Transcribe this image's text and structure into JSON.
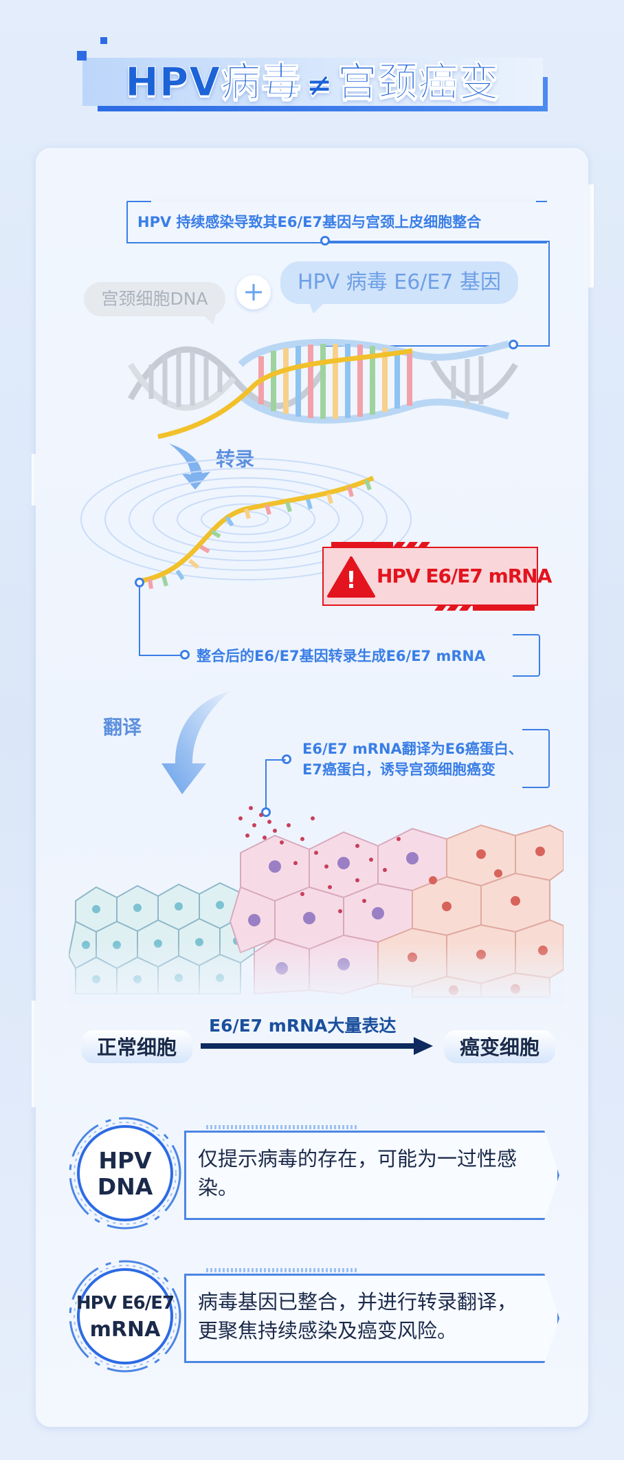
{
  "title": {
    "left": "HPV病毒",
    "neq": "≠",
    "right": "宫颈癌变"
  },
  "callouts": {
    "integration": "HPV 持续感染导致其E6/E7基因与宫颈上皮细胞整合",
    "transcription": "整合后的E6/E7基因转录生成E6/E7 mRNA",
    "translation_line1": "E6/E7 mRNA翻译为E6癌蛋白、",
    "translation_line2": "E7癌蛋白，诱导宫颈细胞癌变"
  },
  "dna_labels": {
    "cervical_dna": "宫颈细胞DNA",
    "plus": "+",
    "hpv_gene": "HPV 病毒 E6/E7 基因"
  },
  "process": {
    "transcribe": "转录",
    "translate": "翻译"
  },
  "alert": {
    "icon_glyph": "!",
    "text": "HPV E6/E7 mRNA"
  },
  "cells": {
    "normal": "正常细胞",
    "arrow_label": "E6/E7 mRNA大量表达",
    "cancer": "癌变细胞"
  },
  "comparison": [
    {
      "badge_line1": "HPV",
      "badge_line2": "DNA",
      "text": "仅提示病毒的存在，可能为一过性感染。"
    },
    {
      "badge_line1": "HPV E6/E7",
      "badge_line2": "mRNA",
      "text": "病毒基因已整合，并进行转录翻译，更聚焦持续感染及癌变风险。"
    }
  ],
  "colors": {
    "primary_blue": "#1d63d8",
    "accent_blue": "#3a7ee6",
    "alert_red": "#e3141e",
    "dark_text": "#1b2a4a"
  }
}
